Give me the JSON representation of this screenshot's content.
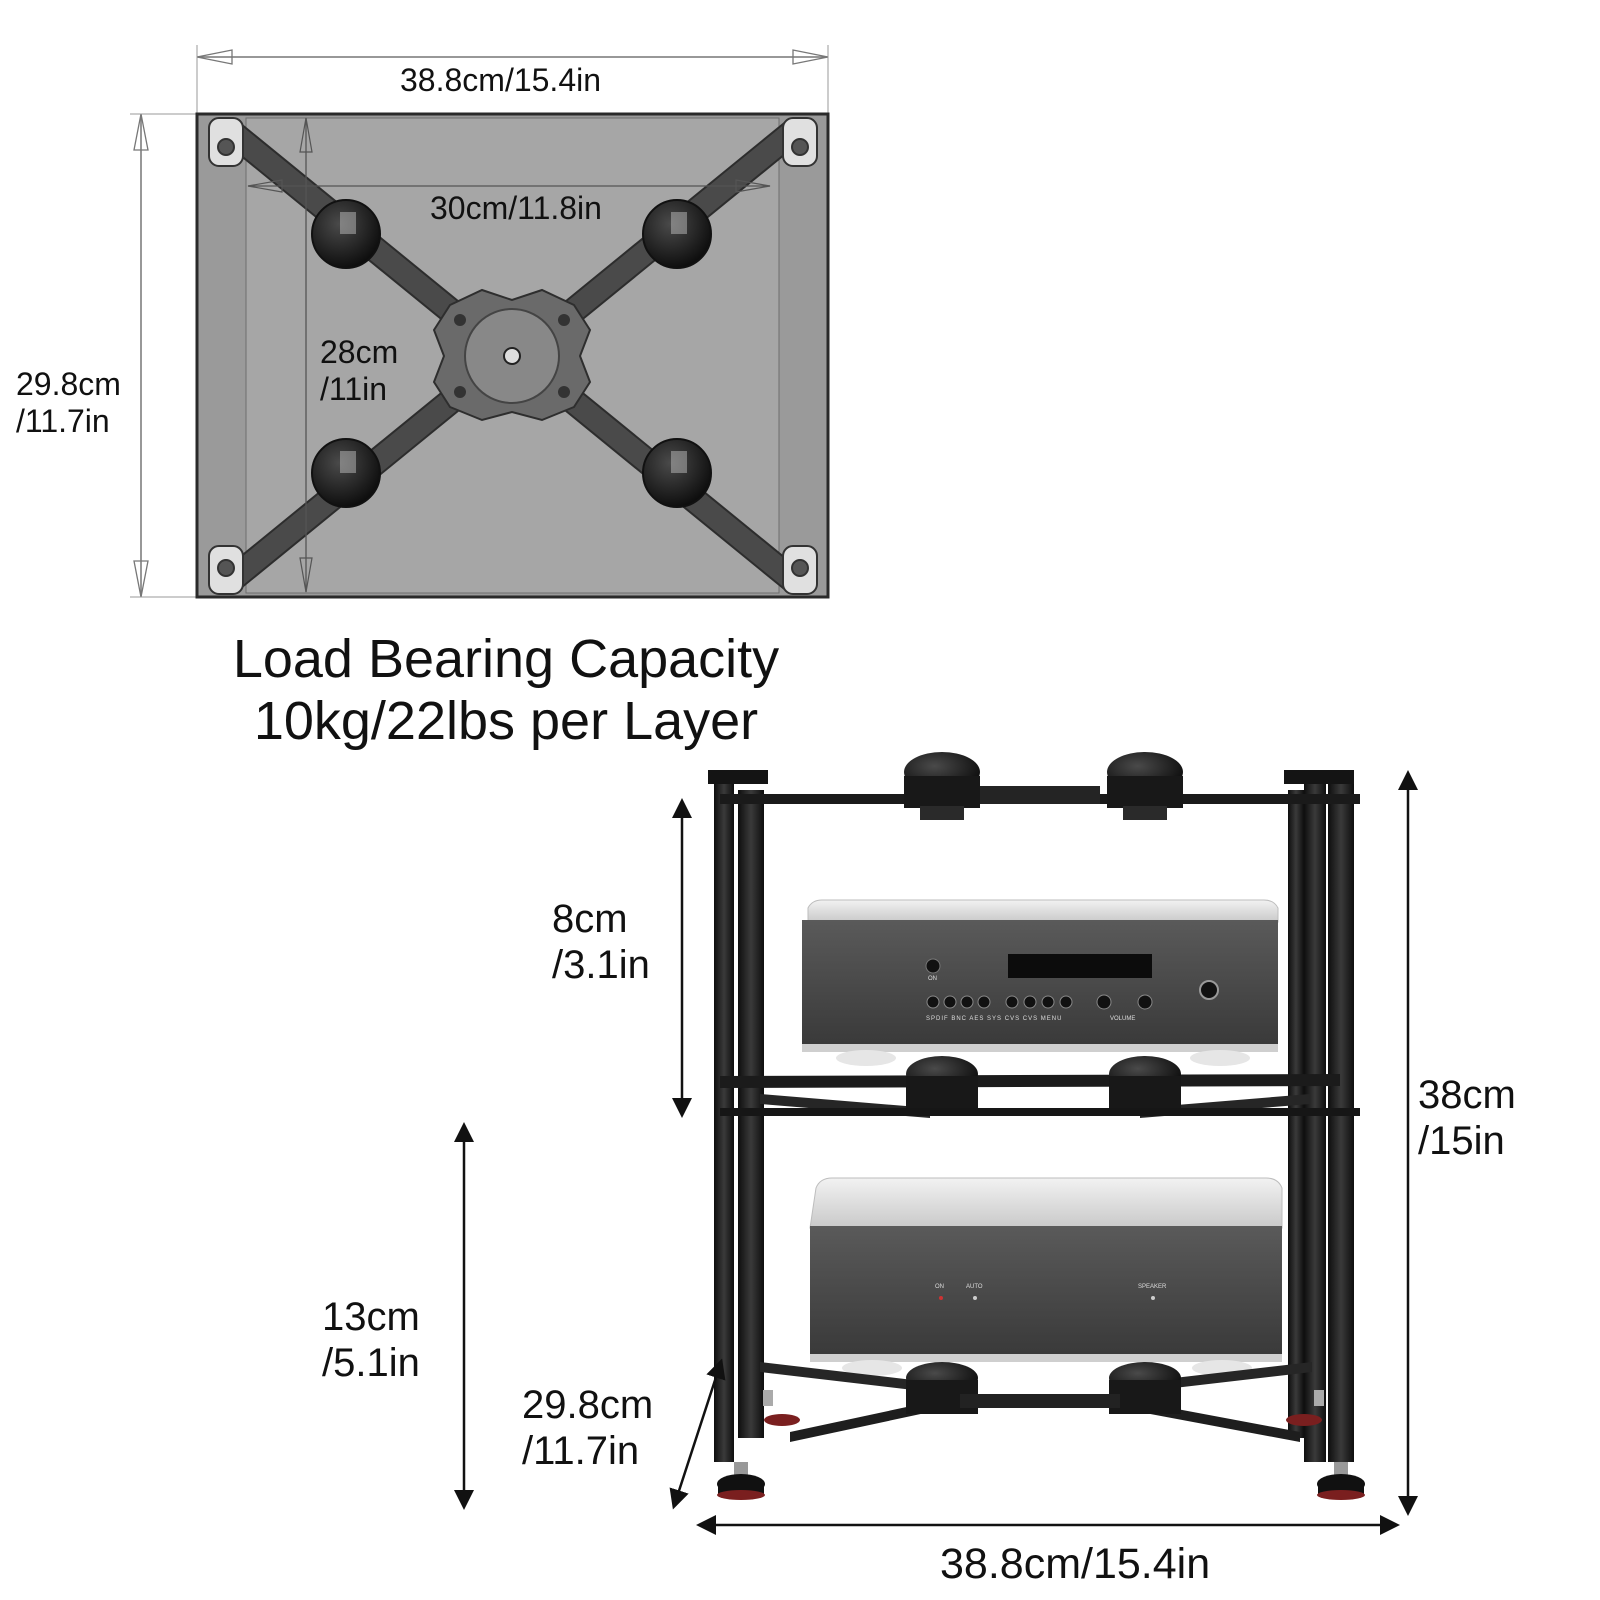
{
  "top_view": {
    "width_label": "38.8cm/15.4in",
    "inner_width_label": "30cm/11.8in",
    "depth_label": [
      "29.8cm",
      "/11.7in"
    ],
    "inner_depth_label": [
      "28cm",
      "/11in"
    ]
  },
  "capacity": {
    "line1": "Load Bearing Capacity",
    "line2": "10kg/22lbs per Layer"
  },
  "front_view": {
    "shelf_gap_top": [
      "8cm",
      "/3.1in"
    ],
    "shelf_gap_bottom": [
      "13cm",
      "/5.1in"
    ],
    "depth_label": [
      "29.8cm",
      "/11.7in"
    ],
    "height_label": [
      "38cm",
      "/15in"
    ],
    "width_label": "38.8cm/15.4in"
  },
  "device_top_panel": {
    "power_label": "ON",
    "input_labels": [
      "SPDIF",
      "BNC",
      "AES",
      "SYS",
      "CVS",
      "CVS",
      "MENU"
    ],
    "volume_label": "VOLUME"
  },
  "device_bottom_panel": {
    "labels": [
      "ON",
      "AUTO",
      "SPEAKER"
    ]
  },
  "colors": {
    "background": "#ffffff",
    "plate": "#9a9a9a",
    "frame_metal": "#1e1e1e",
    "device_body": "#4a4a4a",
    "device_top": "#d8d8d8",
    "dimension_line": "#111111"
  }
}
